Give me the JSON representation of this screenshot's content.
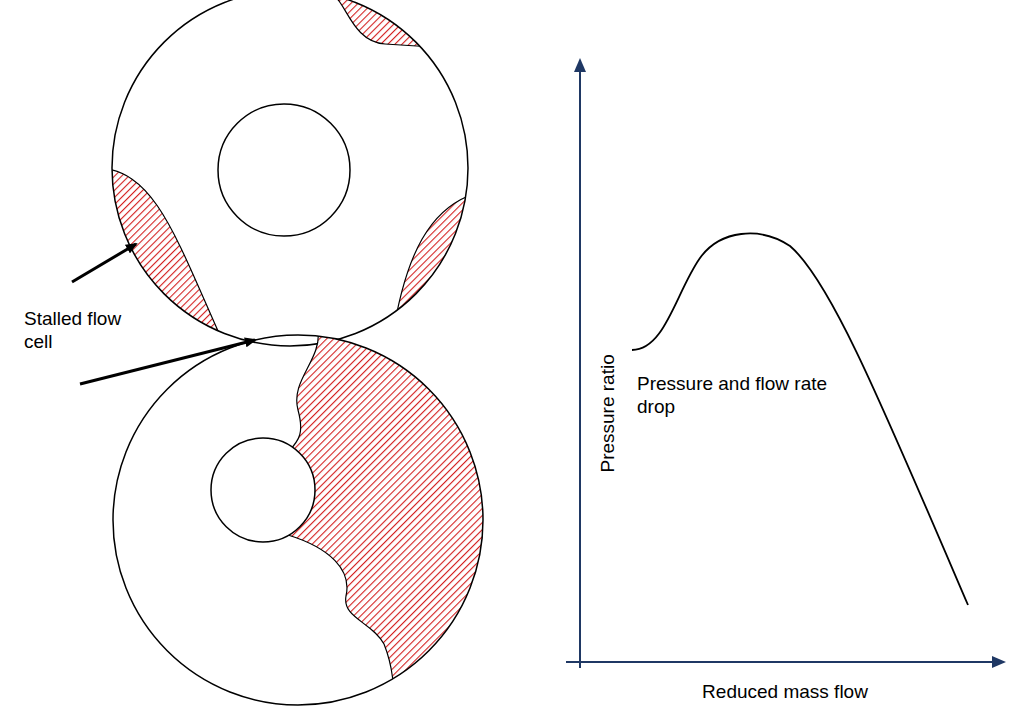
{
  "diagram": {
    "labels": [
      "Stalled flow cell",
      "Pressure and flow rate drop",
      "Pressure ratio",
      "Reduced mass flow"
    ]
  }
}
